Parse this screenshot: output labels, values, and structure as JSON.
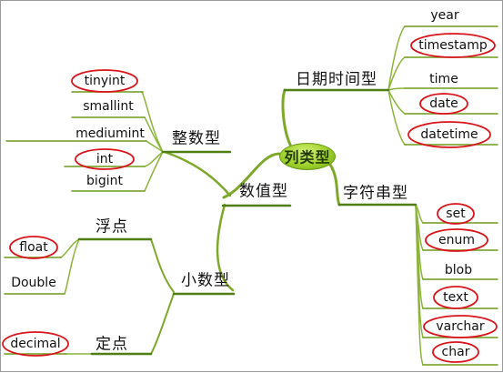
{
  "colors": {
    "branch": "#6f9a1c",
    "underline": "#4f7f12",
    "highlight": "#d9141a",
    "root_fill": "#9ed02a"
  },
  "root": {
    "label": "列类型"
  },
  "numeric": {
    "label": "数值型",
    "integer": {
      "label": "整数型",
      "types": [
        "tinyint",
        "smallint",
        "mediumint",
        "int",
        "bigint"
      ]
    },
    "decimal": {
      "label": "小数型",
      "float_point": {
        "label": "浮点",
        "types": [
          "float",
          "Double"
        ]
      },
      "fixed_point": {
        "label": "定点",
        "types": [
          "decimal"
        ]
      }
    }
  },
  "datetime": {
    "label": "日期时间型",
    "types": [
      "year",
      "timestamp",
      "time",
      "date",
      "datetime"
    ]
  },
  "string": {
    "label": "字符串型",
    "types": [
      "set",
      "enum",
      "blob",
      "text",
      "varchar",
      "char"
    ]
  },
  "circled": [
    "tinyint",
    "int",
    "float",
    "decimal",
    "timestamp",
    "date",
    "datetime",
    "set",
    "enum",
    "text",
    "varchar",
    "char"
  ]
}
